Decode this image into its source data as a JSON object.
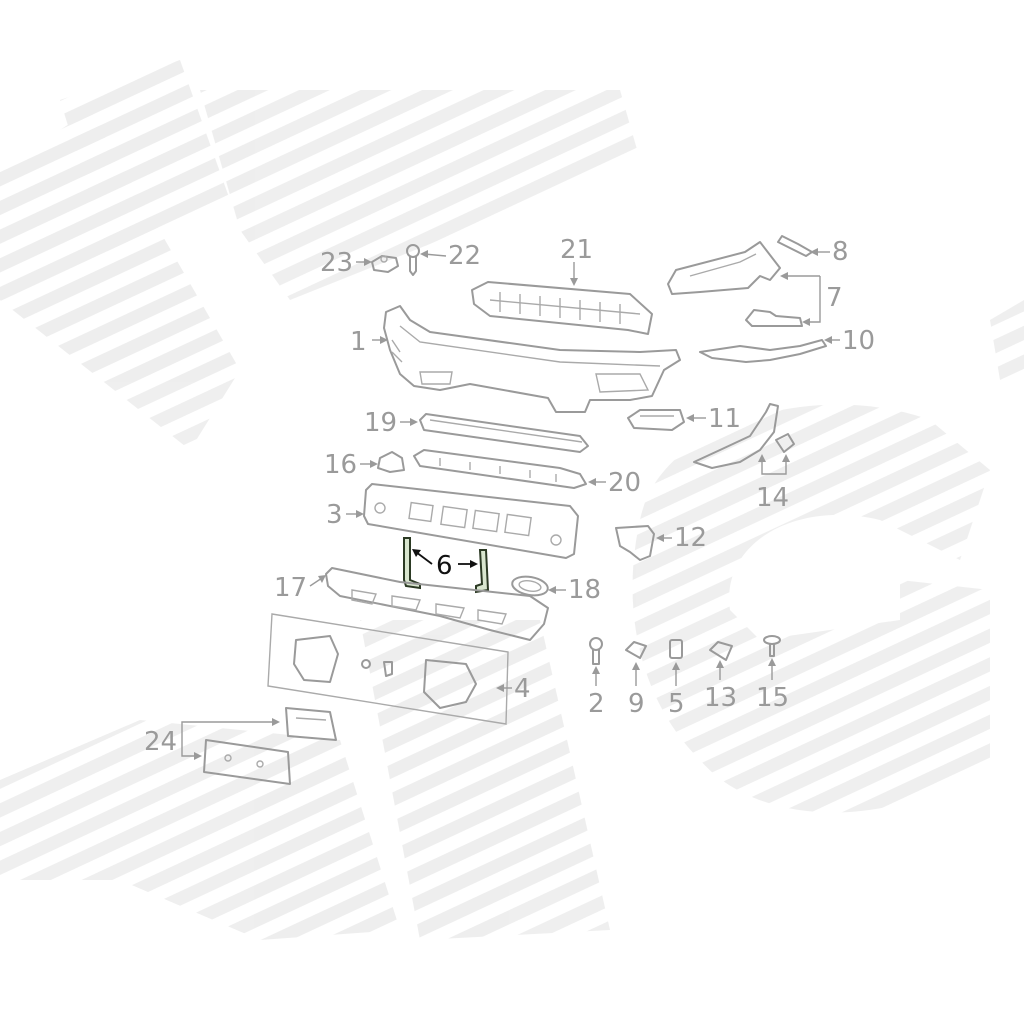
{
  "diagram": {
    "highlighted_part": "6",
    "callouts": {
      "p1": "1",
      "p2": "2",
      "p3": "3",
      "p4": "4",
      "p5": "5",
      "p6": "6",
      "p7": "7",
      "p8": "8",
      "p9": "9",
      "p10": "10",
      "p11": "11",
      "p12": "12",
      "p13": "13",
      "p14": "14",
      "p15": "15",
      "p16": "16",
      "p17": "17",
      "p18": "18",
      "p19": "19",
      "p20": "20",
      "p21": "21",
      "p22": "22",
      "p23": "23",
      "p24": "24"
    },
    "colors": {
      "line": "#9a9a9a",
      "highlight_fill": "#d9e6cf",
      "highlight_stroke": "#2c3a24",
      "watermark": "#e6e6e6"
    }
  }
}
